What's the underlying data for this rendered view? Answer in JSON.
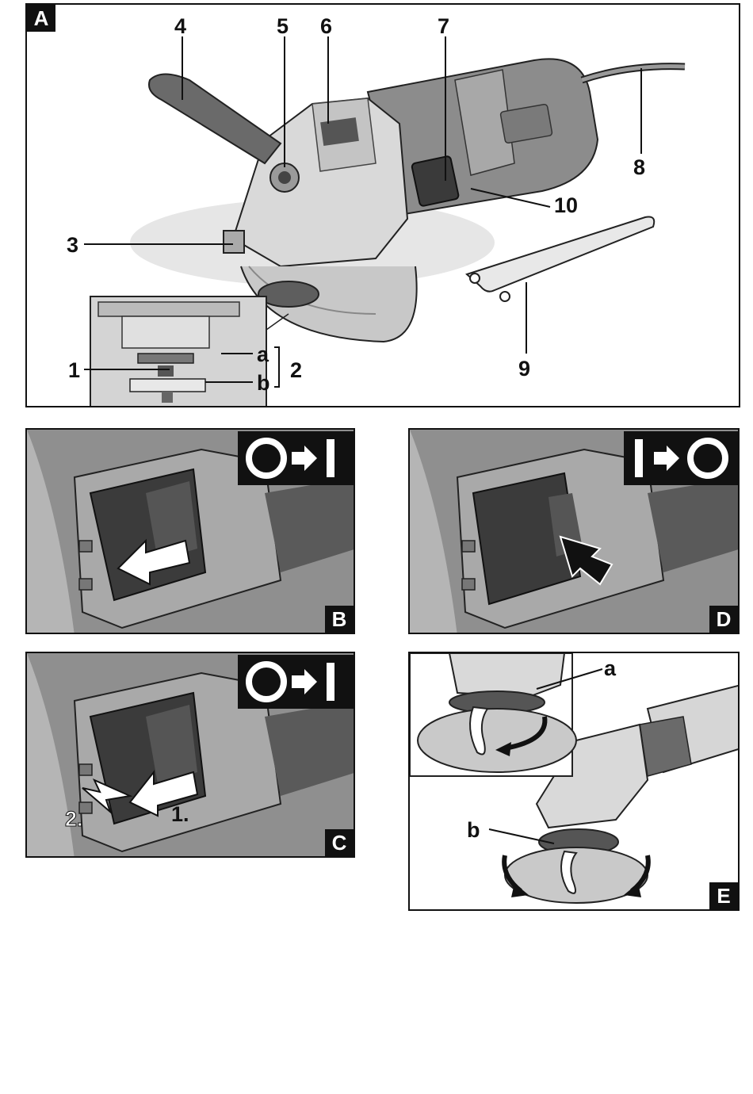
{
  "panels": {
    "A": {
      "label": "A",
      "callouts": {
        "c1": "1",
        "c2": "2",
        "c3": "3",
        "c4": "4",
        "c5": "5",
        "c6": "6",
        "c7": "7",
        "c8": "8",
        "c9": "9",
        "c10": "10",
        "ca": "a",
        "cb": "b"
      }
    },
    "B": {
      "label": "B",
      "symbol": "off-to-on"
    },
    "C": {
      "label": "C",
      "symbol": "off-to-on",
      "steps": {
        "s1": "1.",
        "s2": "2."
      }
    },
    "D": {
      "label": "D",
      "symbol": "on-to-off"
    },
    "E": {
      "label": "E",
      "callouts": {
        "ca": "a",
        "cb": "b"
      }
    }
  },
  "colors": {
    "tool_body": "#8c8c8c",
    "housing_light": "#d9d9d9",
    "housing_mid": "#bdbdbd",
    "switch_dark": "#3a3a3a",
    "label_bg": "#111111"
  }
}
